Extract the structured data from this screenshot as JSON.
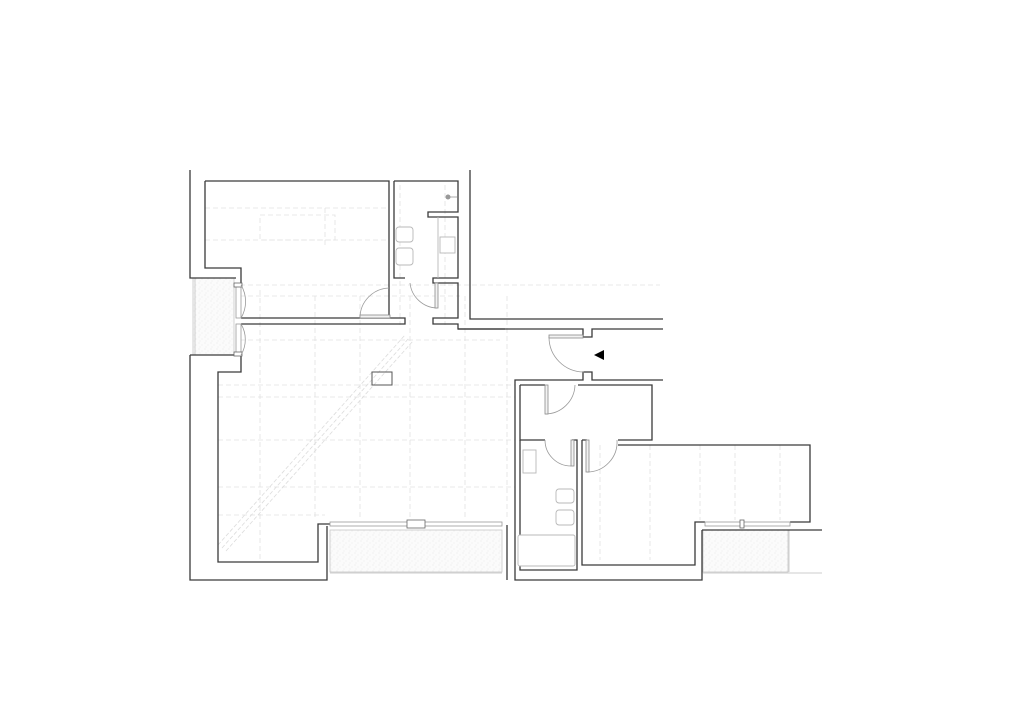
{
  "drawing": {
    "type": "architectural floor plan",
    "labels": [],
    "colors": {
      "wall": "#3a3a3a",
      "grid": "#e2e2e2",
      "door": "#9a9a9a",
      "fixture": "#b8b8b8",
      "entry_marker": "#000000",
      "background": "#ffffff"
    },
    "rooms": [
      {
        "id": "bedroom-1",
        "kind": "room"
      },
      {
        "id": "bathroom-1",
        "kind": "bathroom"
      },
      {
        "id": "living-room",
        "kind": "room"
      },
      {
        "id": "hallway",
        "kind": "corridor"
      },
      {
        "id": "closet",
        "kind": "room"
      },
      {
        "id": "bathroom-2",
        "kind": "bathroom"
      },
      {
        "id": "bedroom-2",
        "kind": "room"
      }
    ],
    "terraces": [
      "terrace-west",
      "terrace-south-1",
      "terrace-south-2"
    ],
    "entry_marker": {
      "symbol": "entry-arrow",
      "direction": "left"
    }
  }
}
